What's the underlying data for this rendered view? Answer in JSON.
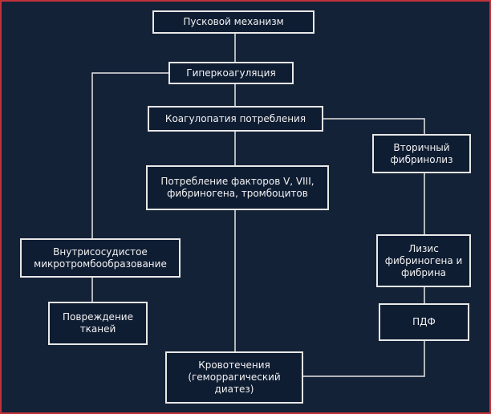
{
  "diagram": {
    "nodes": {
      "trigger": "Пусковой механизм",
      "hypercoagulation": "Гиперкоагуляция",
      "consumption_coagulopathy": "Коагулопатия потребления",
      "factor_consumption": "Потребление факторов V, VIII,\nфибриногена, тромбоцитов",
      "secondary_fibrinolysis": "Вторичный\nфибринолиз",
      "microthrombosis": "Внутрисосудистое\nмикротромбообразование",
      "tissue_damage": "Повреждение\nтканей",
      "lysis": "Лизис\nфибриногена и\nфибрина",
      "pdf": "ПДФ",
      "bleeding": "Кровотечения\n(геморрагический\nдиатез)"
    }
  }
}
